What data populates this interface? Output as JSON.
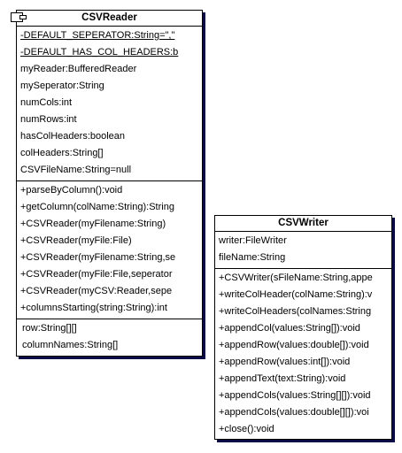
{
  "classes": {
    "csv_reader": {
      "name": "CSVReader",
      "static_attributes": [
        "-DEFAULT_SEPERATOR:String=\",\"",
        "-DEFAULT_HAS_COL_HEADERS:b"
      ],
      "attributes": [
        "myReader:BufferedReader",
        "mySeperator:String",
        "numCols:int",
        "numRows:int",
        "hasColHeaders:boolean",
        "colHeaders:String[]",
        "CSVFileName:String=null"
      ],
      "operations": [
        "+parseByColumn():void",
        "+getColumn(colName:String):String",
        "+CSVReader(myFilename:String)",
        "+CSVReader(myFile:File)",
        "+CSVReader(myFilename:String,se",
        "+CSVReader(myFile:File,seperator",
        "+CSVReader(myCSV:Reader,sepe",
        "+columnsStarting(string:String):int"
      ],
      "extra": [
        "row:String[][]",
        "columnNames:String[]"
      ]
    },
    "csv_writer": {
      "name": "CSVWriter",
      "attributes": [
        "writer:FileWriter",
        "fileName:String"
      ],
      "operations": [
        "+CSVWriter(sFileName:String,appe",
        "+writeColHeader(colName:String):v",
        "+writeColHeaders(colNames:String",
        "+appendCol(values:String[]):void",
        "+appendRow(values:double[]):void",
        "+appendRow(values:int[]):void",
        "+appendText(text:String):void",
        "+appendCols(values:String[][]):void",
        "+appendCols(values:double[][]):voi",
        "+close():void"
      ]
    }
  }
}
